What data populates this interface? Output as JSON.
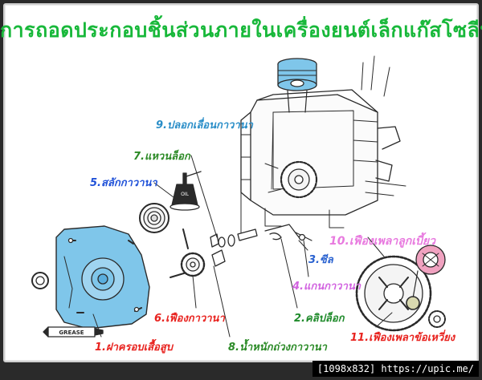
{
  "title": "การถอดประกอบชิ้นส่วนภายในเครื่องยนต์เล็กแก๊สโซลีน",
  "labels": {
    "cam_sleeve": "9.ปลอกเลื่อนกาวานา",
    "lock_washer": "7.แหวนล็อก",
    "governor_pin": "5.สลักกาวานา",
    "crankcase_seal": "3.ซีล",
    "camshaft_gear": "10.เฟืองเพลาลูกเบี้ยว",
    "governor_shaft": "4.แกนกาวานา",
    "governor_gear": "6.เฟืองกาวานา",
    "clip": "2.คลิปล็อก",
    "governor_weight": "8.น้ำหนักถ่วงกาวานา",
    "cover": "1.ฝาครอบเสื้อสูบ",
    "crank_gear": "11.เฟืองเพลาข้อเหวี่ยง"
  },
  "tags": {
    "oil": "OIL",
    "grease": "GREASE"
  },
  "watermark": "[1098x832] https://upic.me/",
  "colors": {
    "title": "#18b83a",
    "cam_sleeve": "#2a8ec8",
    "lock_washer": "#2c8a26",
    "governor_pin": "#1e50d8",
    "crankcase_seal": "#2a62d0",
    "camshaft_gear": "#e87adf",
    "governor_shaft": "#d264e0",
    "governor_gear": "#e8221e",
    "clip": "#1e8a2a",
    "governor_weight": "#2a8a26",
    "cover": "#e8221e",
    "crank_gear": "#e8221e",
    "part_blue": "#7fc6ea",
    "camshaft_disc": "#f0a2c0",
    "line": "#2a2a2a"
  }
}
